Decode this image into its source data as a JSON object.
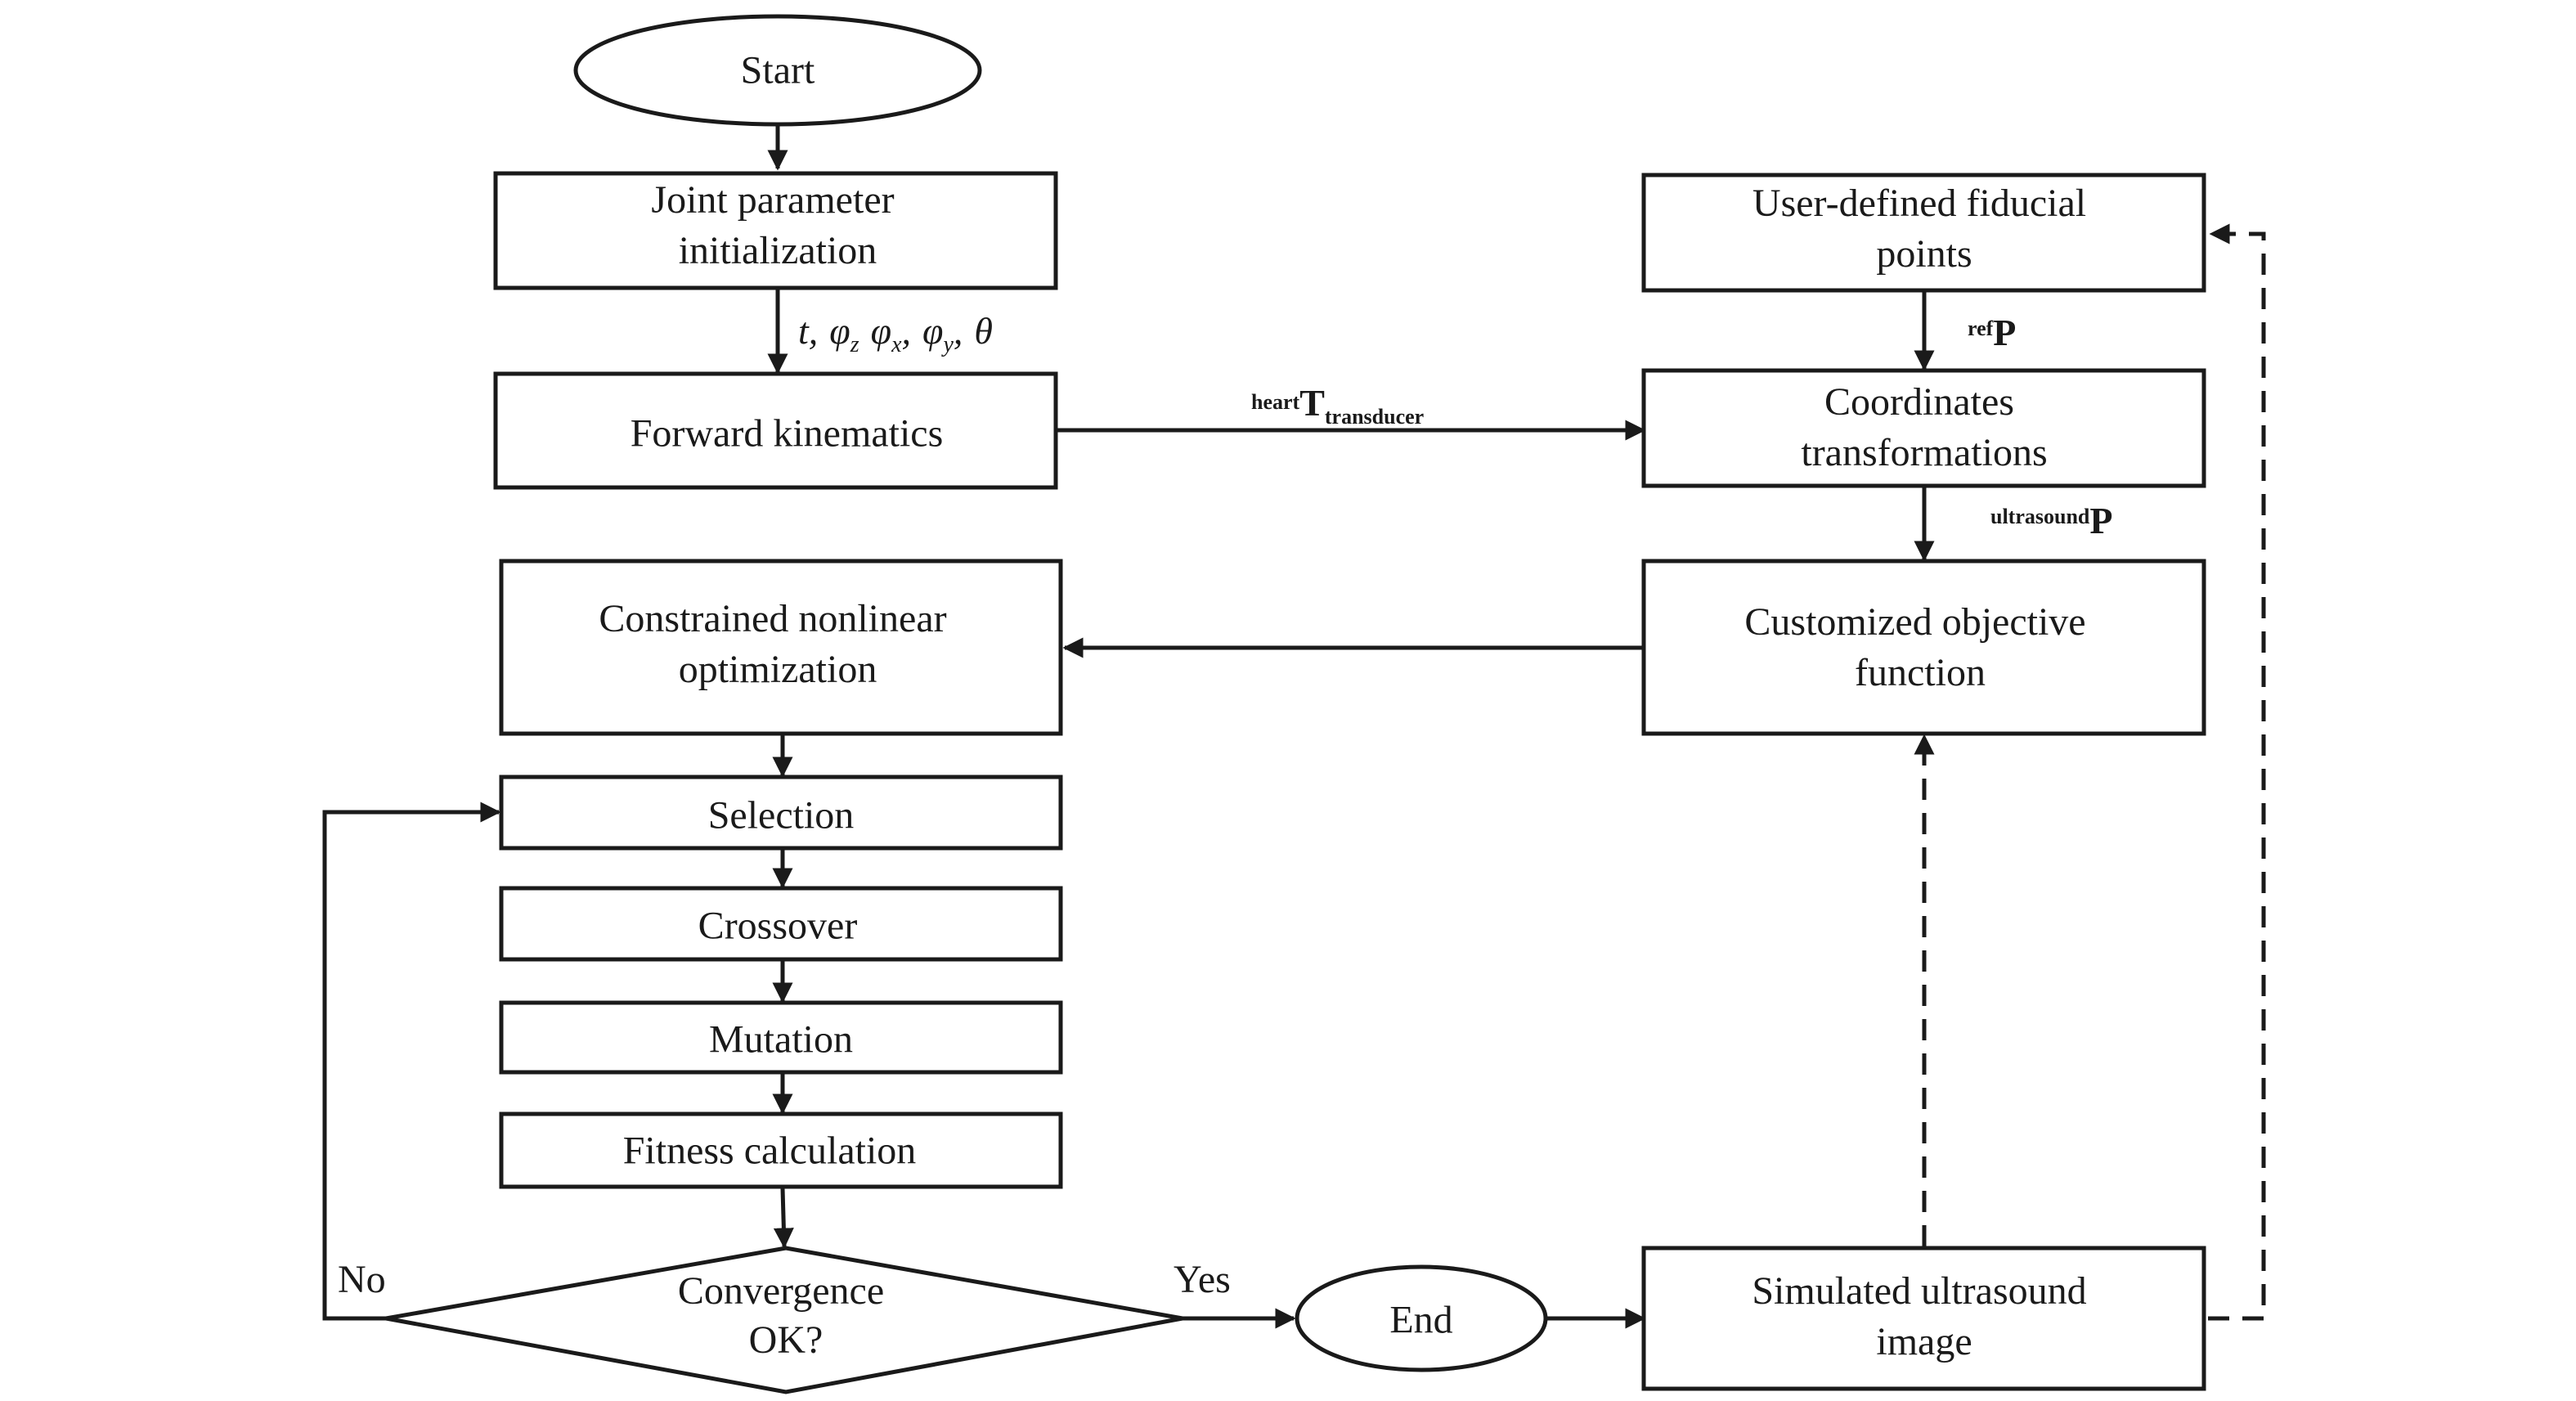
{
  "nodes": {
    "start": "Start",
    "joint_init": [
      "Joint parameter",
      "initialization"
    ],
    "forward_kinematics": "Forward kinematics",
    "constrained_opt": [
      "Constrained nonlinear",
      "optimization"
    ],
    "selection": "Selection",
    "crossover": "Crossover",
    "mutation": "Mutation",
    "fitness": "Fitness calculation",
    "convergence": [
      "Convergence",
      "OK?"
    ],
    "end": "End",
    "fiducial": [
      "User-defined fiducial",
      "points"
    ],
    "coord_transform": [
      "Coordinates",
      "transformations"
    ],
    "objective": [
      "Customized objective",
      "function"
    ],
    "simulated": [
      "Simulated ultrasound",
      "image"
    ]
  },
  "edge_labels": {
    "joint_params": {
      "t": "t",
      "phi": "φ",
      "theta": "θ",
      "sub_z": "z",
      "sub_x": "x",
      "sub_y": "y",
      "sep": ","
    },
    "heart_T": {
      "pre": "heart",
      "main": "T",
      "sub": "transducer"
    },
    "ref_P": {
      "pre": "ref",
      "main": "P"
    },
    "ultrasound_P": {
      "pre": "ultrasound",
      "main": "P"
    },
    "no": "No",
    "yes": "Yes"
  }
}
